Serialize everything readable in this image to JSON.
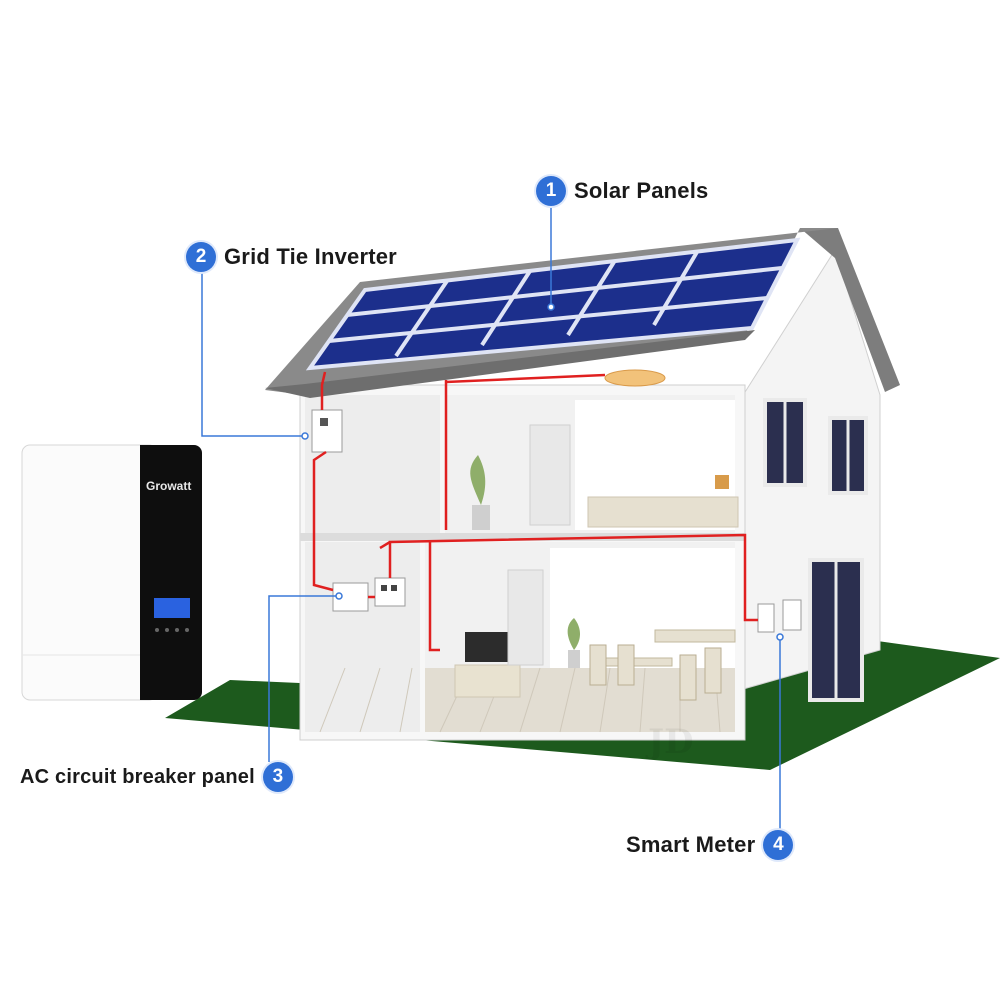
{
  "callouts": {
    "c1": {
      "number": "1",
      "label": "Solar Panels"
    },
    "c2": {
      "number": "2",
      "label": "Grid Tie Inverter"
    },
    "c3": {
      "number": "3",
      "label": "AC circuit breaker panel"
    },
    "c4": {
      "number": "4",
      "label": "Smart Meter"
    }
  },
  "inverter": {
    "brand": "Growatt"
  },
  "watermark": "JD",
  "colors": {
    "badge": "#2f6fd6",
    "wire": "#e02020",
    "ground": "#1d5a1d",
    "panel": "#1c2f8c",
    "roof": "#8a8a8a"
  }
}
